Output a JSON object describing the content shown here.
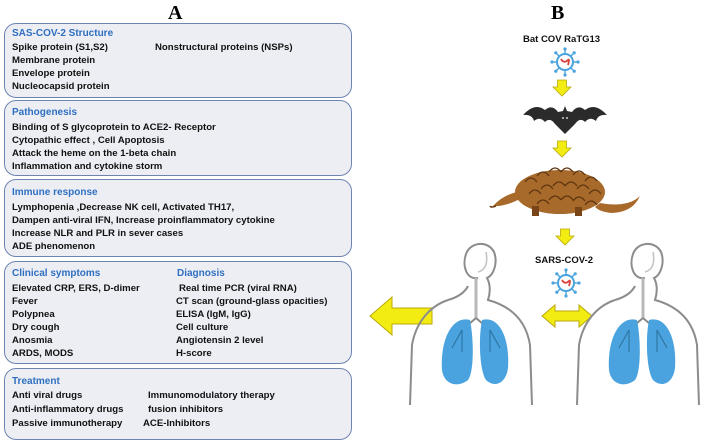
{
  "panels": {
    "a_label": "A",
    "b_label": "B"
  },
  "boxes": {
    "structure": {
      "title": "SAS-COV-2 Structure",
      "left": [
        "Spike protein (S1,S2)",
        "Membrane protein",
        "Envelope protein",
        "Nucleocapsid protein"
      ],
      "right": [
        "Nonstructural proteins (NSPs)"
      ]
    },
    "pathogenesis": {
      "title": "Pathogenesis",
      "lines": [
        "Binding of S glycoprotein to ACE2- Receptor",
        "Cytopathic effect , Cell Apoptosis",
        "Attack the heme on the 1-beta chain",
        "Inflammation and cytokine storm"
      ]
    },
    "immune": {
      "title": "Immune response",
      "lines": [
        "Lymphopenia ,Decrease NK cell, Activated TH17,",
        "Dampen anti-viral IFN, Increase proinflammatory cytokine",
        "Increase NLR and PLR  in sever cases",
        "ADE phenomenon"
      ]
    },
    "clinical": {
      "title": "Clinical symptoms",
      "lines": [
        "Elevated CRP, ERS, D-dimer",
        "Fever",
        "Polypnea",
        "Dry cough",
        "Anosmia",
        "ARDS, MODS"
      ],
      "diagnosis_title": "Diagnosis",
      "diagnosis": [
        "Real time PCR (viral RNA)",
        "CT scan (ground-glass opacities)",
        "ELISA (IgM, IgG)",
        "Cell culture",
        "Angiotensin 2 level",
        "H-score"
      ]
    },
    "treatment": {
      "title": "Treatment",
      "left": [
        "Anti viral drugs",
        "Anti-inflammatory drugs",
        "Passive immunotherapy"
      ],
      "right": [
        "Immunomodulatory therapy",
        "fusion inhibitors",
        "ACE-Inhibitors"
      ]
    }
  },
  "panel_b": {
    "source_label": "Bat COV RaTG13",
    "virus_label": "SARS-COV-2"
  },
  "colors": {
    "box_fill": "#eceef4",
    "box_border": "#6e84b0",
    "title_blue": "#2f6fc0",
    "arrow_yellow": "#f2ec13",
    "lung_blue": "#4aa3df",
    "virus_red": "#d9413a"
  }
}
